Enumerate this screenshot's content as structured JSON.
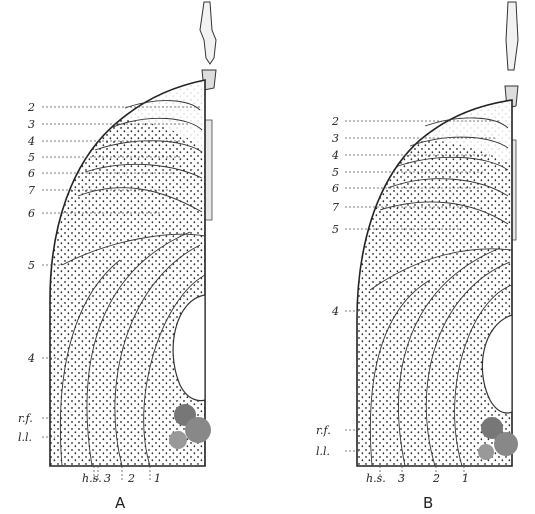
{
  "panels": [
    {
      "caption": "A",
      "side_labels": [
        "2",
        "3",
        "4",
        "5",
        "6",
        "7",
        "6",
        "5",
        "4",
        "r.f.",
        "l.l."
      ],
      "bottom_labels": [
        "h.s.",
        "3",
        "2",
        "1"
      ]
    },
    {
      "caption": "B",
      "side_labels": [
        "2",
        "3",
        "4",
        "5",
        "6",
        "7",
        "5",
        "4",
        "r.f.",
        "l.l."
      ],
      "bottom_labels": [
        "h.s.",
        "3",
        "2",
        "1"
      ]
    }
  ],
  "colors": {
    "ink": "#222222",
    "stipple": "#2a2a2a",
    "background": "#ffffff"
  }
}
